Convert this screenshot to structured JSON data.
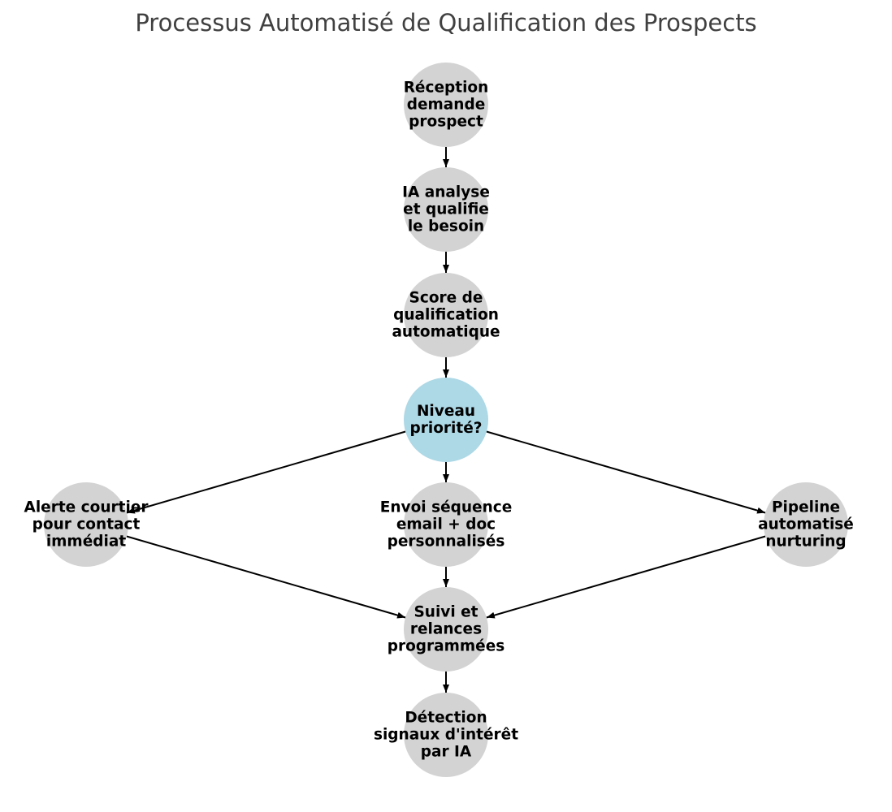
{
  "title": "Processus Automatisé de Qualification des Prospects",
  "colors": {
    "node_default": "#d3d3d3",
    "node_decision": "#add8e6",
    "edge": "#000000",
    "title": "#404040",
    "label": "#000000"
  },
  "nodes": [
    {
      "id": "reception",
      "kind": "default",
      "lines": [
        "Réception",
        "demande",
        "prospect"
      ]
    },
    {
      "id": "ia-analyse",
      "kind": "default",
      "lines": [
        "IA analyse",
        "et qualifie",
        "le besoin"
      ]
    },
    {
      "id": "score",
      "kind": "default",
      "lines": [
        "Score de",
        "qualification",
        "automatique"
      ]
    },
    {
      "id": "niveau",
      "kind": "decision",
      "lines": [
        "Niveau",
        "priorité?"
      ]
    },
    {
      "id": "alerte",
      "kind": "default",
      "lines": [
        "Alerte courtier",
        "pour contact",
        "immédiat"
      ]
    },
    {
      "id": "envoi",
      "kind": "default",
      "lines": [
        "Envoi séquence",
        "email + doc",
        "personnalisés"
      ]
    },
    {
      "id": "pipeline",
      "kind": "default",
      "lines": [
        "Pipeline",
        "automatisé",
        "nurturing"
      ]
    },
    {
      "id": "suivi",
      "kind": "default",
      "lines": [
        "Suivi et",
        "relances",
        "programmées"
      ]
    },
    {
      "id": "detection",
      "kind": "default",
      "lines": [
        "Détection",
        "signaux d'intérêt",
        "par IA"
      ]
    }
  ],
  "edges": [
    {
      "from": "reception",
      "to": "ia-analyse"
    },
    {
      "from": "ia-analyse",
      "to": "score"
    },
    {
      "from": "score",
      "to": "niveau"
    },
    {
      "from": "niveau",
      "to": "alerte"
    },
    {
      "from": "niveau",
      "to": "envoi"
    },
    {
      "from": "niveau",
      "to": "pipeline"
    },
    {
      "from": "alerte",
      "to": "suivi"
    },
    {
      "from": "envoi",
      "to": "suivi"
    },
    {
      "from": "pipeline",
      "to": "suivi"
    },
    {
      "from": "suivi",
      "to": "detection"
    }
  ]
}
